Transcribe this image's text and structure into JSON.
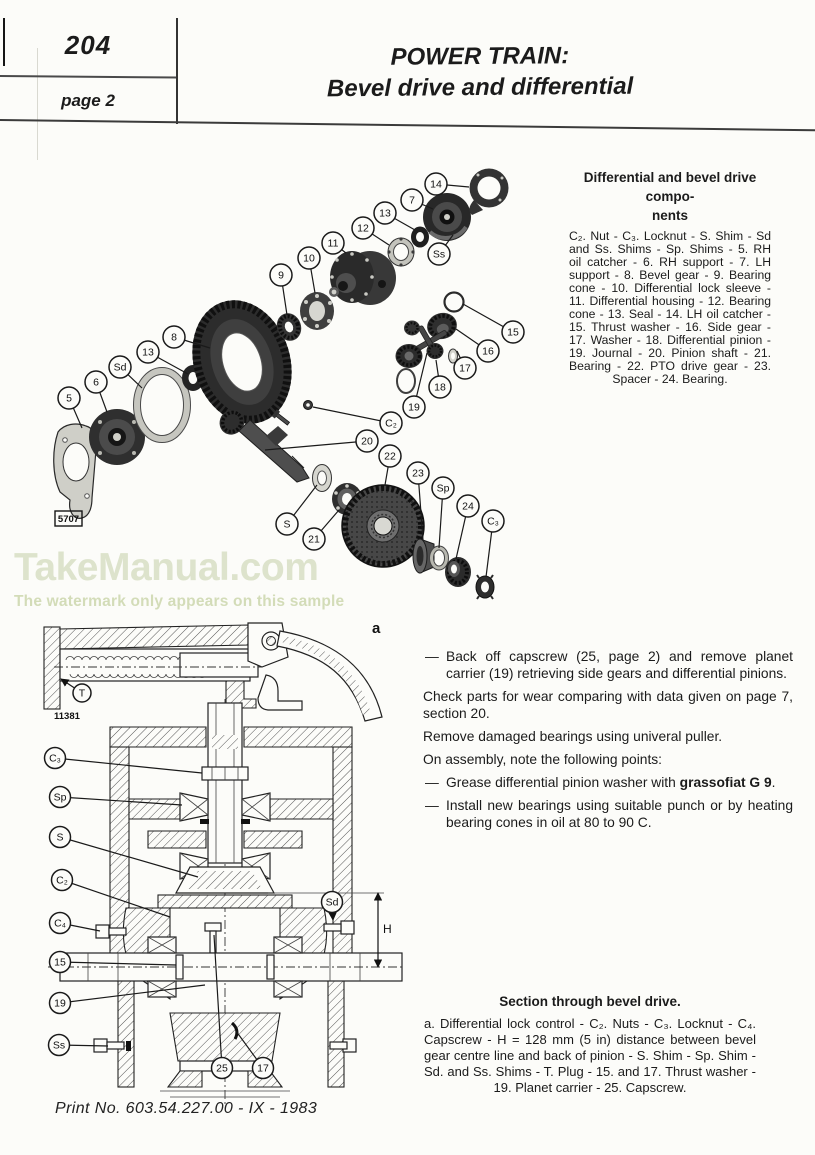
{
  "page": {
    "number": "204",
    "page_label": "page 2",
    "title_line1": "POWER TRAIN:",
    "title_line2": "Bevel drive and differential",
    "print_no": "Print No. 603.54.227.00 - IX - 1983"
  },
  "watermark": {
    "main": "TakeManual.com",
    "tagline": "The watermark only appears on this sample"
  },
  "parts_list": {
    "title_line1": "Differential and bevel drive compo-",
    "title_line2": "nents",
    "body": "C₂. Nut - C₃. Locknut - S. Shim - Sd and Ss. Shims - Sp. Shims - 5. RH oil catcher - 6. RH support - 7. LH support - 8. Bevel gear - 9. Bearing cone - 10. Differential lock sleeve - 11. Differential housing - 12. Bearing cone - 13. Seal - 14. LH oil catcher - 15. Thrust washer - 16. Side gear - 17. Washer - 18. Differential pinion - 19. Journal - 20. Pinion shaft - 21. Bearing - 22. PTO drive gear - 23. Spacer - 24. Bearing."
  },
  "instructions": {
    "dash": "—",
    "bullet1": "Back off capscrew (25, page 2) and remove planet carrier (19) retrieving side gears and differential pinions.",
    "para1": "Check parts for wear comparing with data given on page 7, section 20.",
    "para2": "Remove damaged bearings using univeral puller.",
    "para3": "On assembly, note the following points:",
    "bullet2_pre": "Grease differential pinion washer with ",
    "bullet2_bold": "grassofiat G 9",
    "bullet2_post": ".",
    "bullet3": "Install new bearings using suitable punch or by heating bearing cones in oil at 80  to 90  C."
  },
  "section_caption": {
    "title": "Section through bevel drive.",
    "body": "a. Differential lock control - C₂. Nuts - C₃. Locknut - C₄. Capscrew - H = 128 mm (5 in) distance between bevel gear centre line and back of pinion - S. Shim - Sp. Shim - Sd. and Ss. Shims - T. Plug - 15. and 17. Thrust washer - 19. Planet carrier - 25. Capscrew."
  },
  "exploded": {
    "figure_no": "5707",
    "callouts": [
      "5",
      "6",
      "Sd",
      "13",
      "8",
      "9",
      "10",
      "11",
      "12",
      "13",
      "7",
      "14",
      "Ss",
      "15",
      "16",
      "17",
      "18",
      "19",
      "C₂",
      "20",
      "S",
      "21",
      "22",
      "23",
      "Sp",
      "24",
      "C₃"
    ]
  },
  "section_view": {
    "label_a": "a",
    "figure_no": "11381",
    "dim_label": "H",
    "callouts": [
      "C₃",
      "Sp",
      "S",
      "C₂",
      "C₄",
      "15",
      "19",
      "Ss",
      "Sd",
      "25",
      "17",
      "T"
    ]
  }
}
